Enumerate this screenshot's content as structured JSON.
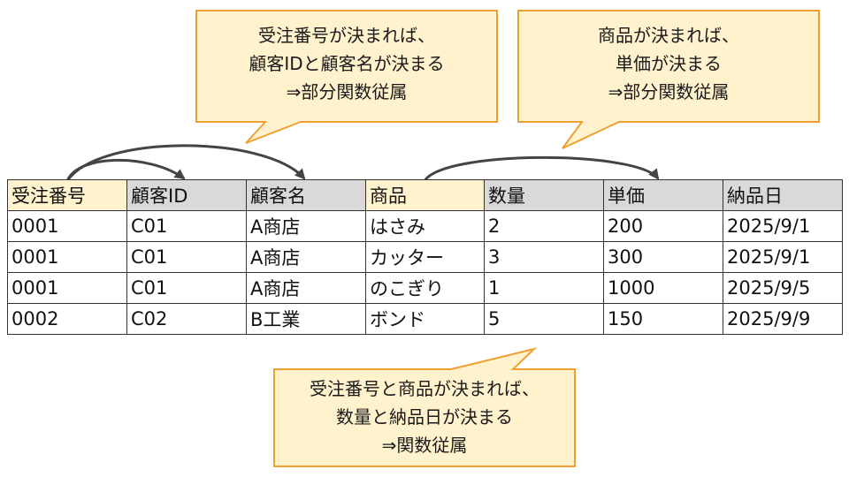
{
  "callouts": {
    "order_number": {
      "lines": [
        "受注番号が決まれば、",
        "顧客IDと顧客名が決まる",
        "⇒部分関数従属"
      ]
    },
    "product": {
      "lines": [
        "商品が決まれば、",
        "単価が決まる",
        "⇒部分関数従属"
      ]
    },
    "composite": {
      "lines": [
        "受注番号と商品が決まれば、",
        "数量と納品日が決まる",
        "⇒関数従属"
      ]
    }
  },
  "table": {
    "headers": [
      "受注番号",
      "顧客ID",
      "顧客名",
      "商品",
      "数量",
      "単価",
      "納品日"
    ],
    "rows": [
      [
        "0001",
        "C01",
        "A商店",
        "はさみ",
        "2",
        "200",
        "2025/9/1"
      ],
      [
        "0001",
        "C01",
        "A商店",
        "カッター",
        "3",
        "300",
        "2025/9/1"
      ],
      [
        "0001",
        "C01",
        "A商店",
        "のこぎり",
        "1",
        "1000",
        "2025/9/5"
      ],
      [
        "0002",
        "C02",
        "B工業",
        "ボンド",
        "5",
        "150",
        "2025/9/9"
      ]
    ]
  },
  "colors": {
    "callout_fill": "#fff2cc",
    "callout_border": "#f0a030",
    "key_header_fill": "#fff2cc",
    "header_fill": "#d9d9d9",
    "arrow": "#444444"
  }
}
